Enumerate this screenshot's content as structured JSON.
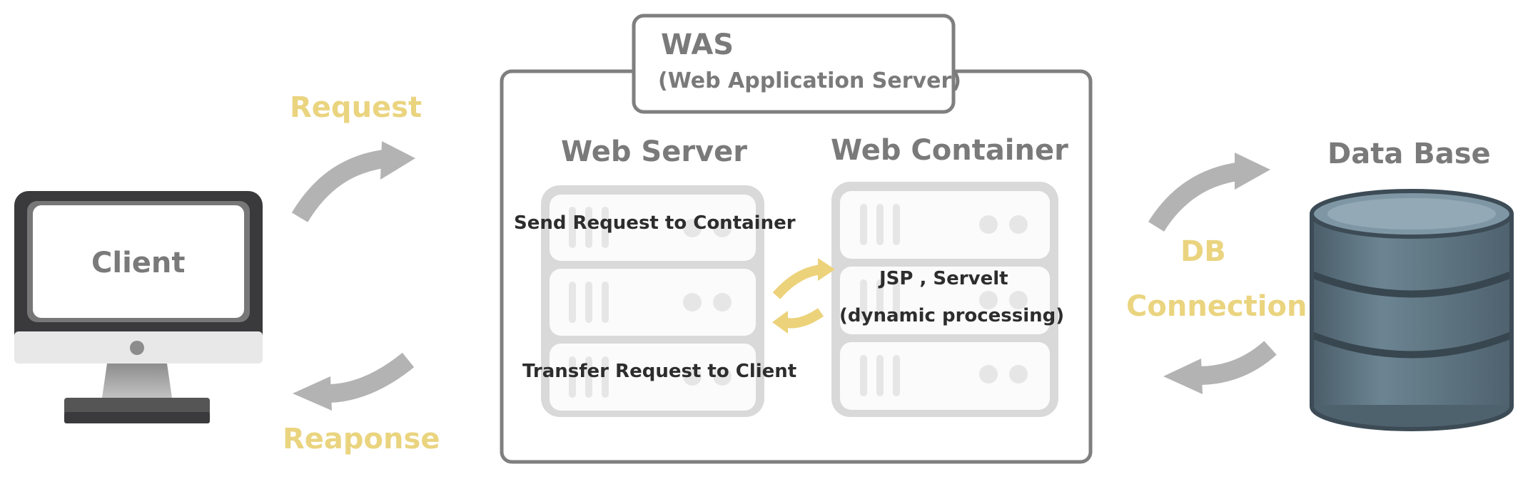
{
  "client": {
    "label": "Client"
  },
  "arrows": {
    "request": "Request",
    "response": "Reaponse"
  },
  "was": {
    "title": "WAS",
    "subtitle": "(Web Application Server)",
    "web_server": {
      "title": "Web Server",
      "send_label": "Send Request to Container",
      "transfer_label": "Transfer Request to Client"
    },
    "web_container": {
      "title": "Web Container",
      "line1": "JSP , Servelt",
      "line2": "(dynamic processing)"
    }
  },
  "db_connection": {
    "line1": "DB",
    "line2": "Connection"
  },
  "database": {
    "label": "Data Base"
  },
  "colors": {
    "gold": "#ead47f",
    "gray": "#7a7a7a",
    "db": "#5d7381"
  }
}
